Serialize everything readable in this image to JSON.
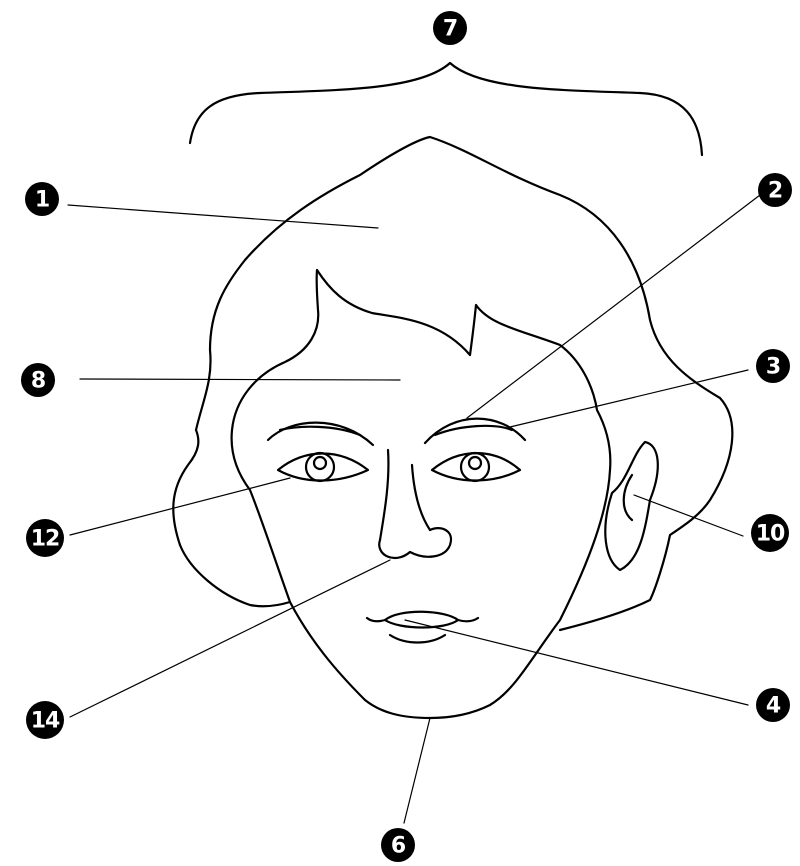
{
  "labels": {
    "l1": "1",
    "l2": "2",
    "l3": "3",
    "l4": "4",
    "l6": "6",
    "l7": "7",
    "l8": "8",
    "l10": "10",
    "l12": "12",
    "l14": "14"
  },
  "colors": {
    "line": "#000000",
    "background": "#ffffff",
    "badge_fill": "#000000",
    "badge_text": "#ffffff"
  }
}
